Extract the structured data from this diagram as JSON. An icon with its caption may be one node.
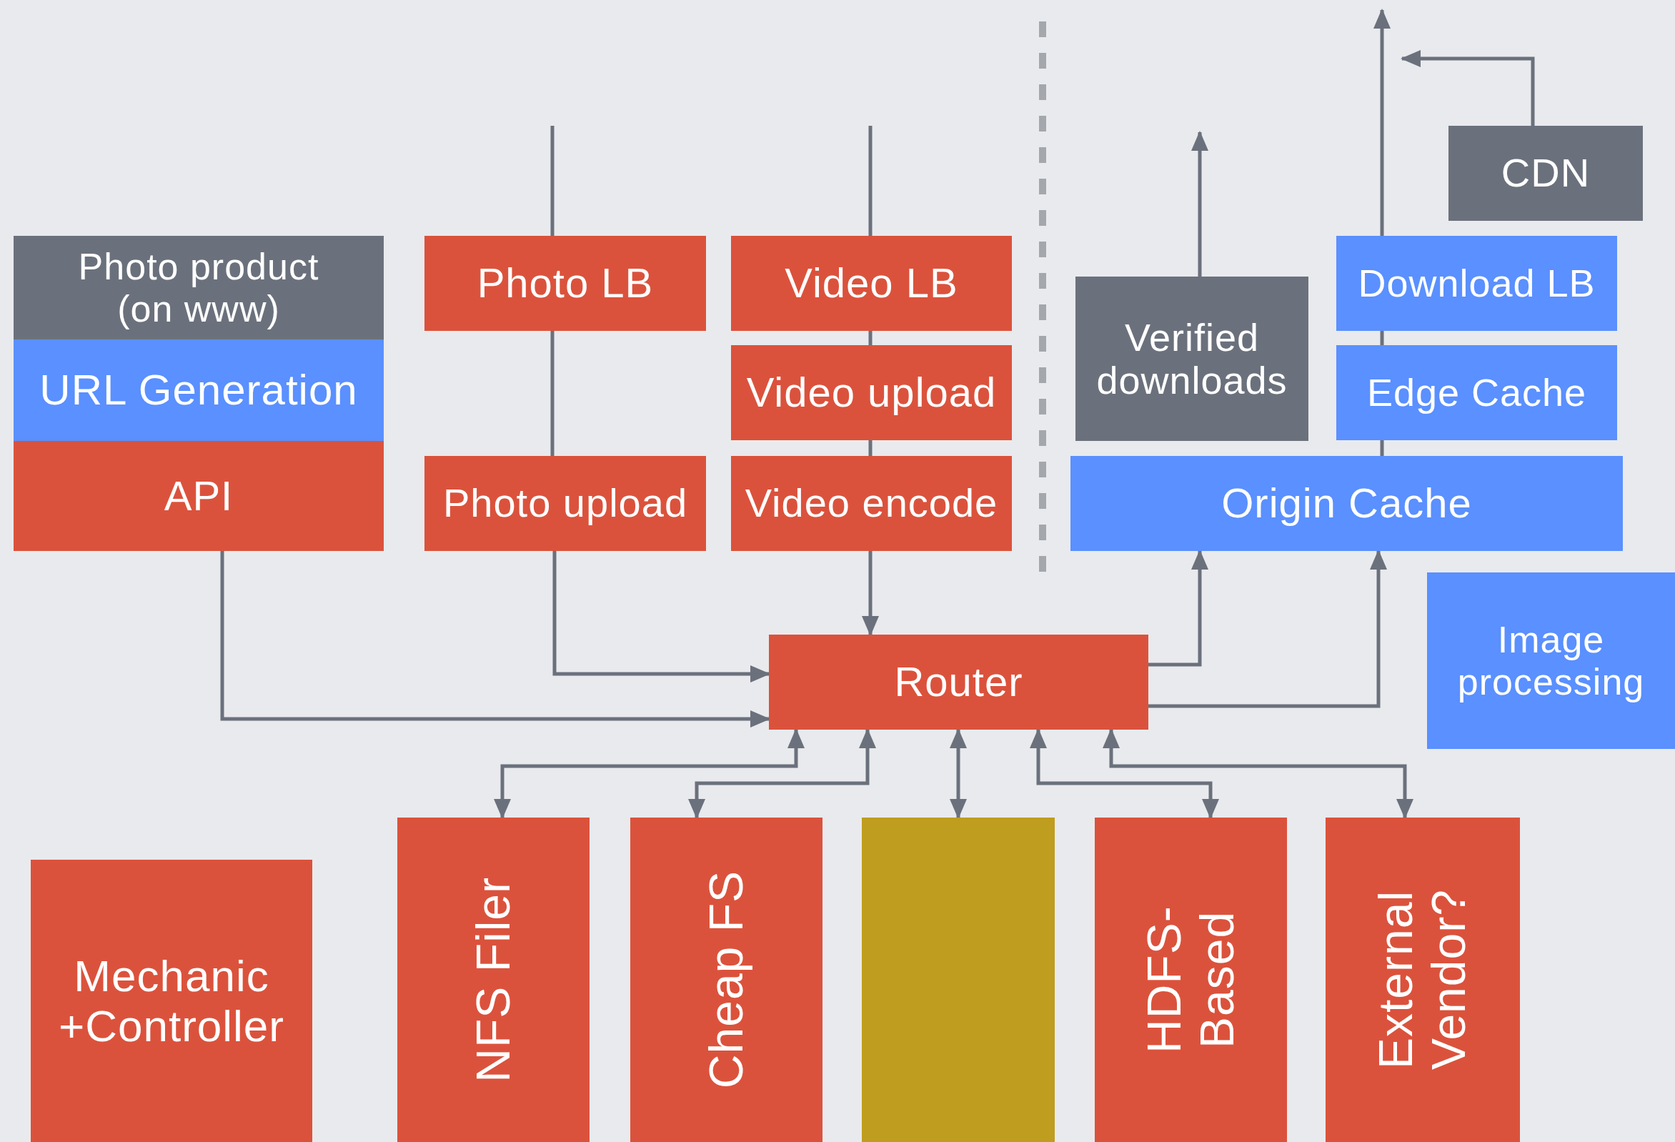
{
  "diagram": {
    "nodes": [
      {
        "text": [
          "Photo product (on www)"
        ]
      },
      {
        "text": [
          "URL Generation"
        ]
      },
      {
        "text": [
          "API"
        ]
      },
      {
        "text": [
          "Photo LB"
        ]
      },
      {
        "text": [
          "Video LB"
        ]
      },
      {
        "text": [
          "Video upload"
        ]
      },
      {
        "text": [
          "Photo upload"
        ]
      },
      {
        "text": [
          "Video encode"
        ]
      },
      {
        "text": [
          "Verified downloads"
        ]
      },
      {
        "text": [
          "CDN"
        ]
      },
      {
        "text": [
          "Download LB"
        ]
      },
      {
        "text": [
          "Edge Cache"
        ]
      },
      {
        "text": [
          "Origin Cache"
        ]
      },
      {
        "text": [
          "Image processing"
        ]
      },
      {
        "text": [
          "Router"
        ]
      },
      {
        "text": [
          "Mechanic +Controller"
        ]
      },
      {
        "text": [
          "NFS Filer"
        ]
      },
      {
        "text": [
          "Cheap FS"
        ]
      },
      {
        "text": [],
        "shape": "box"
      },
      {
        "text": [
          "HDFS- Based"
        ]
      },
      {
        "text": [
          "External Vendor?"
        ]
      }
    ],
    "edges": [
      {
        "from": null,
        "to": 3,
        "arrow": "none"
      },
      {
        "from": 3,
        "to": 6,
        "arrow": "none"
      },
      {
        "from": 6,
        "to": 14,
        "arrow": "to"
      },
      {
        "from": null,
        "to": 4,
        "arrow": "none"
      },
      {
        "from": 4,
        "to": 5,
        "arrow": "none"
      },
      {
        "from": 5,
        "to": 7,
        "arrow": "none"
      },
      {
        "from": 7,
        "to": 14,
        "arrow": "to"
      },
      {
        "from": 2,
        "to": 14,
        "arrow": "to"
      },
      {
        "from": 14,
        "to": 12,
        "arrow": "to"
      },
      {
        "from": 14,
        "to": 12,
        "arrow": "to"
      },
      {
        "from": 8,
        "to": null,
        "arrow": "to"
      },
      {
        "from": 12,
        "to": 11,
        "arrow": "none"
      },
      {
        "from": 11,
        "to": 10,
        "arrow": "none"
      },
      {
        "from": 10,
        "to": null,
        "arrow": "to"
      },
      {
        "from": 9,
        "to": null,
        "arrow": "to"
      },
      {
        "from": 14,
        "to": 16,
        "arrow": "both"
      },
      {
        "from": 14,
        "to": 17,
        "arrow": "both"
      },
      {
        "from": 14,
        "to": 18,
        "arrow": "both"
      },
      {
        "from": 14,
        "to": 19,
        "arrow": "both"
      },
      {
        "from": 14,
        "to": 20,
        "arrow": "both"
      }
    ]
  }
}
